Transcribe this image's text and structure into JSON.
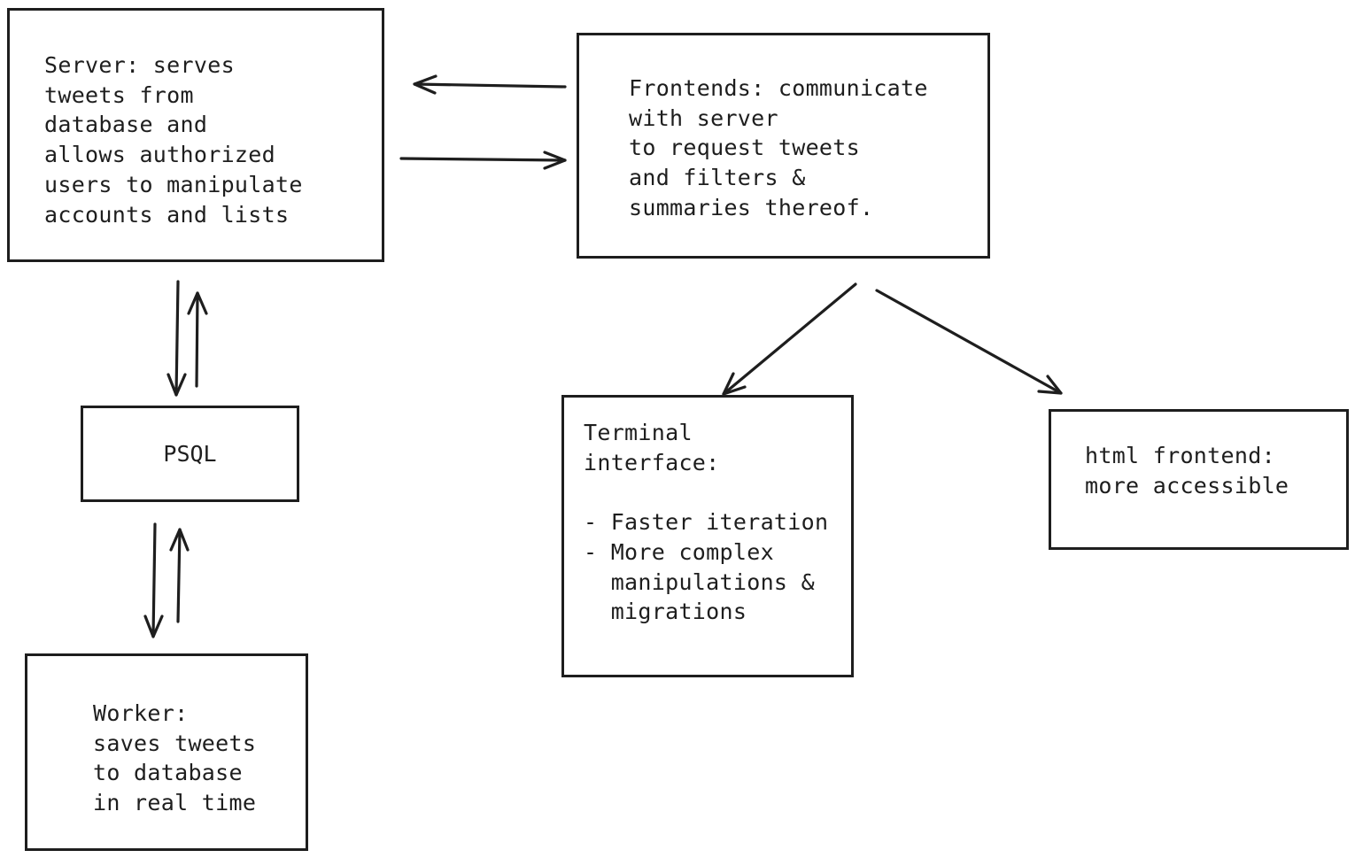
{
  "nodes": {
    "server": {
      "text": "Server: serves\ntweets from\ndatabase and\nallows authorized\nusers to manipulate\naccounts and lists"
    },
    "frontends": {
      "text": "Frontends: communicate\nwith server\nto request tweets\nand filters &\nsummaries thereof."
    },
    "psql": {
      "text": "PSQL"
    },
    "worker": {
      "text": "Worker:\nsaves tweets\nto database\nin real time"
    },
    "terminal": {
      "text": "Terminal\ninterface:\n\n- Faster iteration\n- More complex\n  manipulations &\n  migrations"
    },
    "html_frontend": {
      "text": "html frontend:\nmore accessible"
    }
  },
  "colors": {
    "stroke": "#1e1e1e",
    "background": "#ffffff"
  }
}
